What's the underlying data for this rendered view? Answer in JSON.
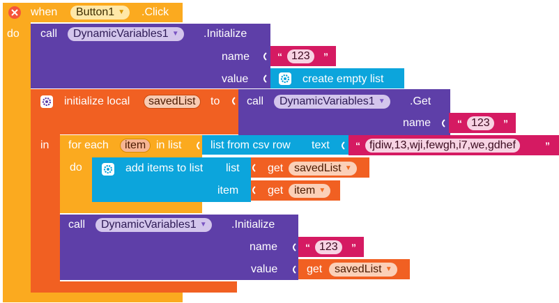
{
  "event": {
    "when": "when",
    "component": "Button1",
    "event_name": ".Click",
    "do": "do"
  },
  "init_call": {
    "call": "call",
    "component": "DynamicVariables1",
    "method": ".Initialize",
    "name_label": "name",
    "name_value": "123",
    "value_label": "value",
    "value_block": "create empty list"
  },
  "local_init": {
    "label": "initialize local",
    "var_name": "savedList",
    "to": "to",
    "in": "in"
  },
  "get_call": {
    "call": "call",
    "component": "DynamicVariables1",
    "method": ".Get",
    "name_label": "name",
    "name_value": "123"
  },
  "foreach": {
    "for_each": "for each",
    "var_name": "item",
    "in_list": "in list",
    "do": "do"
  },
  "csv": {
    "label": "list from csv row",
    "text_label": "text",
    "text_value": "fjdiw,13,wji,fewgh,i7,we,gdhef"
  },
  "add_items": {
    "label": "add items to list",
    "list_label": "list",
    "item_label": "item",
    "get1": "get",
    "get1_var": "savedList",
    "get2": "get",
    "get2_var": "item"
  },
  "init_call2": {
    "call": "call",
    "component": "DynamicVariables1",
    "method": ".Initialize",
    "name_label": "name",
    "name_value": "123",
    "value_label": "value",
    "get": "get",
    "get_var": "savedList"
  },
  "quotes": {
    "open": "“",
    "close": "”"
  },
  "colors": {
    "event": "#fbaa1f",
    "component": "#5e3fa8",
    "text": "#d51a62",
    "list": "#0ca5dc",
    "variable": "#f16022",
    "control": "#fbaa1f"
  }
}
